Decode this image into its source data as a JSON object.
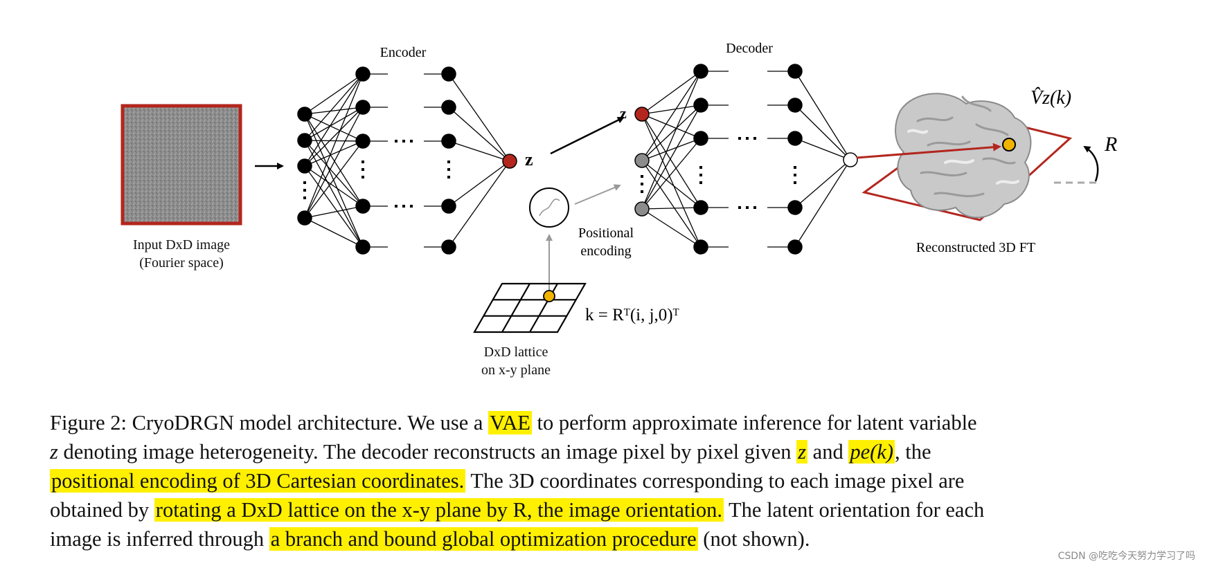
{
  "figure": {
    "encoder_label": "Encoder",
    "decoder_label": "Decoder",
    "input_label_line1": "Input DxD image",
    "input_label_line2": "(Fourier space)",
    "z_label": "z",
    "z_decoder_label": "z",
    "pos_enc_line1": "Positional",
    "pos_enc_line2": "encoding",
    "lattice_line1": "DxD lattice",
    "lattice_line2": "on x-y plane",
    "k_equation": "k = Rᵀ(i, j,0)ᵀ",
    "recon_label": "Reconstructed 3D FT",
    "volume_label": "V̂z(k)",
    "rotation_label": "R",
    "colors": {
      "frame_red": "#b3261e",
      "node_black": "#000000",
      "node_red": "#b3261e",
      "node_gray": "#8c8c8c",
      "node_yellow": "#f0b400",
      "highlight": "#fff000"
    }
  },
  "caption": {
    "line1_a": "Figure 2: CryoDRGN model architecture. We use a ",
    "line1_hl": "VAE",
    "line1_b": " to perform approximate inference for latent variable",
    "line2_a": "z",
    "line2_b": " denoting image heterogeneity.  The decoder reconstructs an image pixel by pixel given ",
    "line2_hl1": "z",
    "line2_c": " and ",
    "line2_hl2": "pe(k)",
    "line2_d": ", the",
    "line3_hl": "positional encoding of 3D Cartesian coordinates.",
    "line3_b": " The 3D coordinates corresponding to each image pixel are",
    "line4_a": "obtained by ",
    "line4_hl": "rotating a DxD lattice on the x-y plane by R, the image orientation.",
    "line4_b": " The latent orientation for each",
    "line5_a": "image is inferred through ",
    "line5_hl": "a branch and bound global optimization procedure",
    "line5_b": " (not shown)."
  },
  "watermark": "CSDN @吃吃今天努力学习了吗"
}
